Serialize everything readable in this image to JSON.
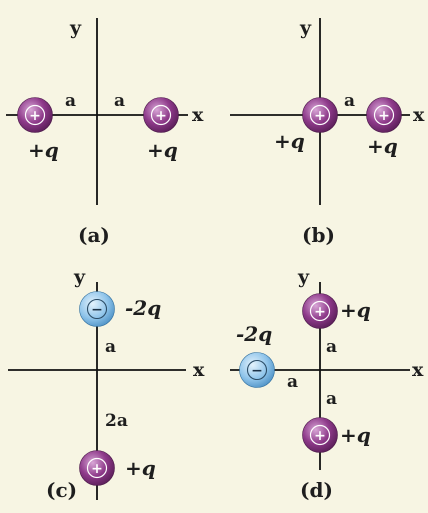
{
  "colors": {
    "background": "#f7f5e3",
    "axis": "#111111",
    "positive_charge": "#8e3a8a",
    "negative_charge": "#8fc4ea",
    "text": "#1e1e1e"
  },
  "panels": {
    "a": {
      "label": "(a)",
      "axis_x": "x",
      "axis_y": "y",
      "charges": [
        {
          "sign": "+",
          "text": "+q",
          "kind": "positive"
        },
        {
          "sign": "+",
          "text": "+q",
          "kind": "positive"
        }
      ],
      "distances": [
        "a",
        "a"
      ]
    },
    "b": {
      "label": "(b)",
      "axis_x": "x",
      "axis_y": "y",
      "charges": [
        {
          "sign": "+",
          "text": "+q",
          "kind": "positive"
        },
        {
          "sign": "+",
          "text": "+q",
          "kind": "positive"
        }
      ],
      "distances": [
        "a"
      ]
    },
    "c": {
      "label": "(c)",
      "axis_x": "x",
      "axis_y": "y",
      "charges": [
        {
          "sign": "−",
          "text": "-2q",
          "kind": "negative"
        },
        {
          "sign": "+",
          "text": "+q",
          "kind": "positive"
        }
      ],
      "distances": [
        "a",
        "2a"
      ]
    },
    "d": {
      "label": "(d)",
      "axis_x": "x",
      "axis_y": "y",
      "charges": [
        {
          "sign": "+",
          "text": "+q",
          "kind": "positive"
        },
        {
          "sign": "−",
          "text": "-2q",
          "kind": "negative"
        },
        {
          "sign": "+",
          "text": "+q",
          "kind": "positive"
        }
      ],
      "distances": [
        "a",
        "a",
        "a"
      ]
    }
  }
}
